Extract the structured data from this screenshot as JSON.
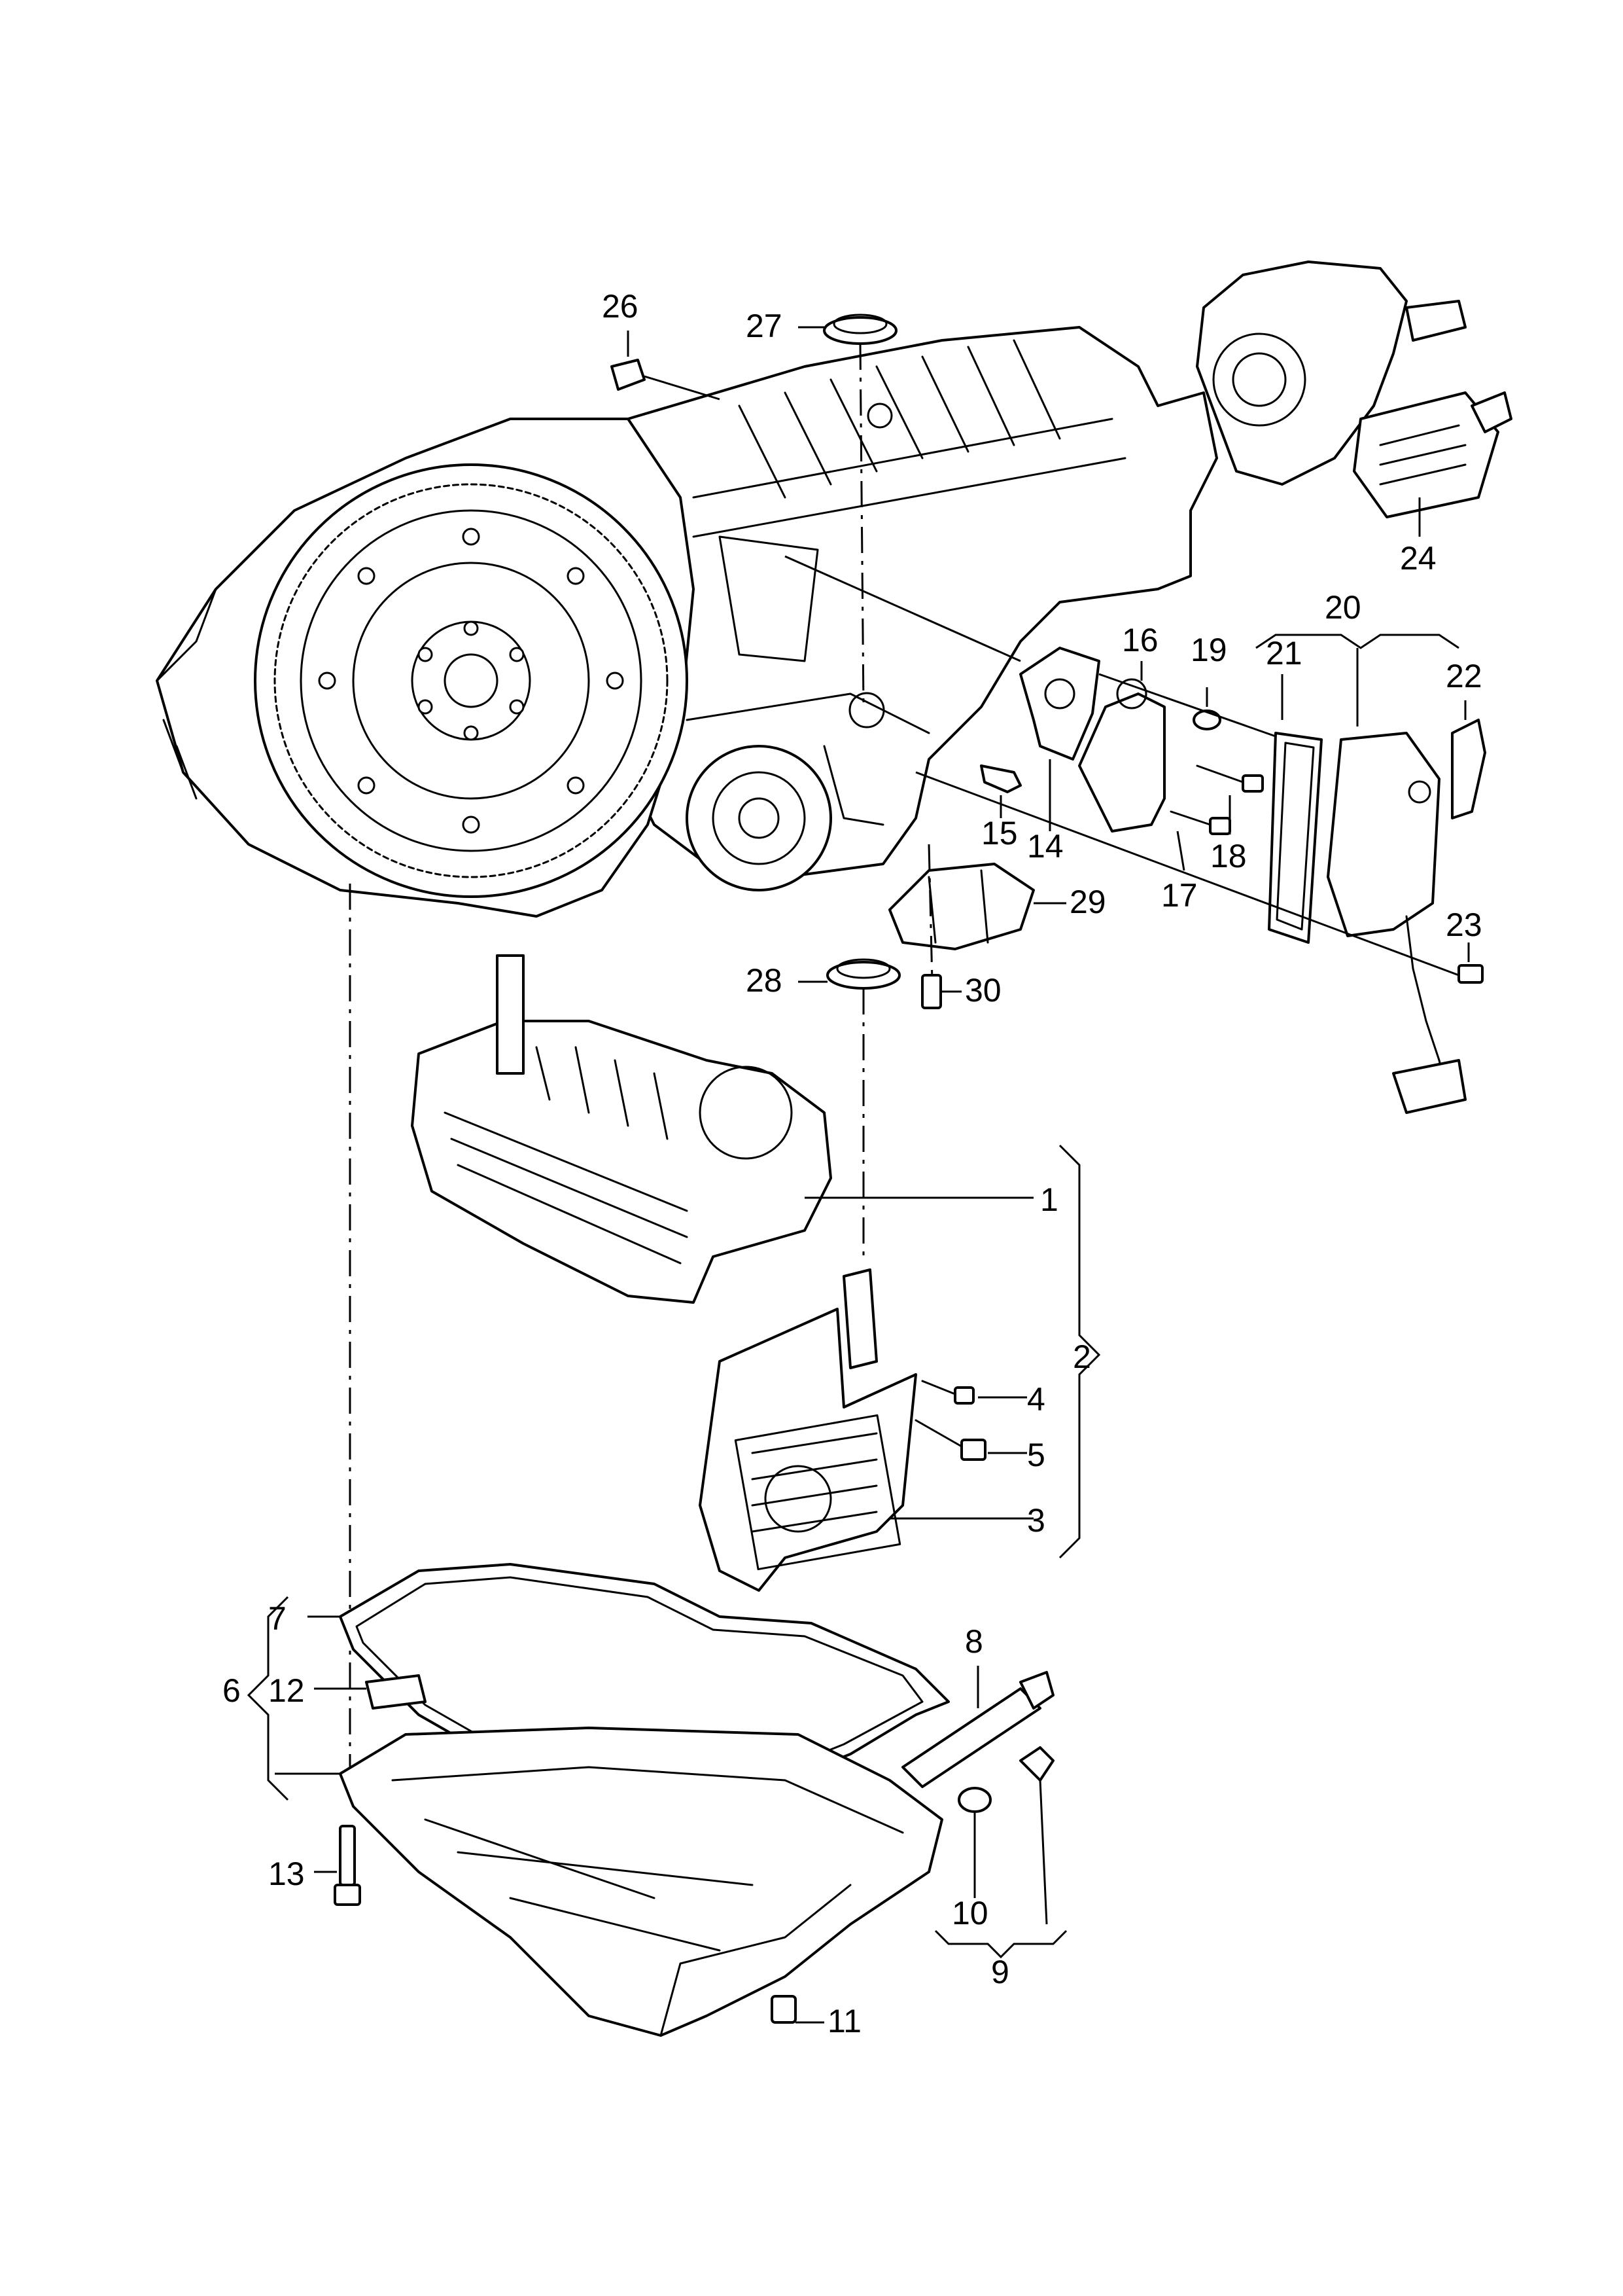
{
  "callouts": {
    "c1": "1",
    "c2": "2",
    "c3": "3",
    "c4": "4",
    "c5": "5",
    "c6": "6",
    "c7": "7",
    "c8": "8",
    "c9": "9",
    "c10": "10",
    "c11": "11",
    "c12": "12",
    "c13": "13",
    "c14": "14",
    "c15": "15",
    "c16": "16",
    "c17": "17",
    "c18": "18",
    "c19": "19",
    "c20": "20",
    "c21": "21",
    "c22": "22",
    "c23": "23",
    "c24": "24",
    "c26": "26",
    "c27": "27",
    "c28": "28",
    "c29": "29",
    "c30": "30"
  }
}
